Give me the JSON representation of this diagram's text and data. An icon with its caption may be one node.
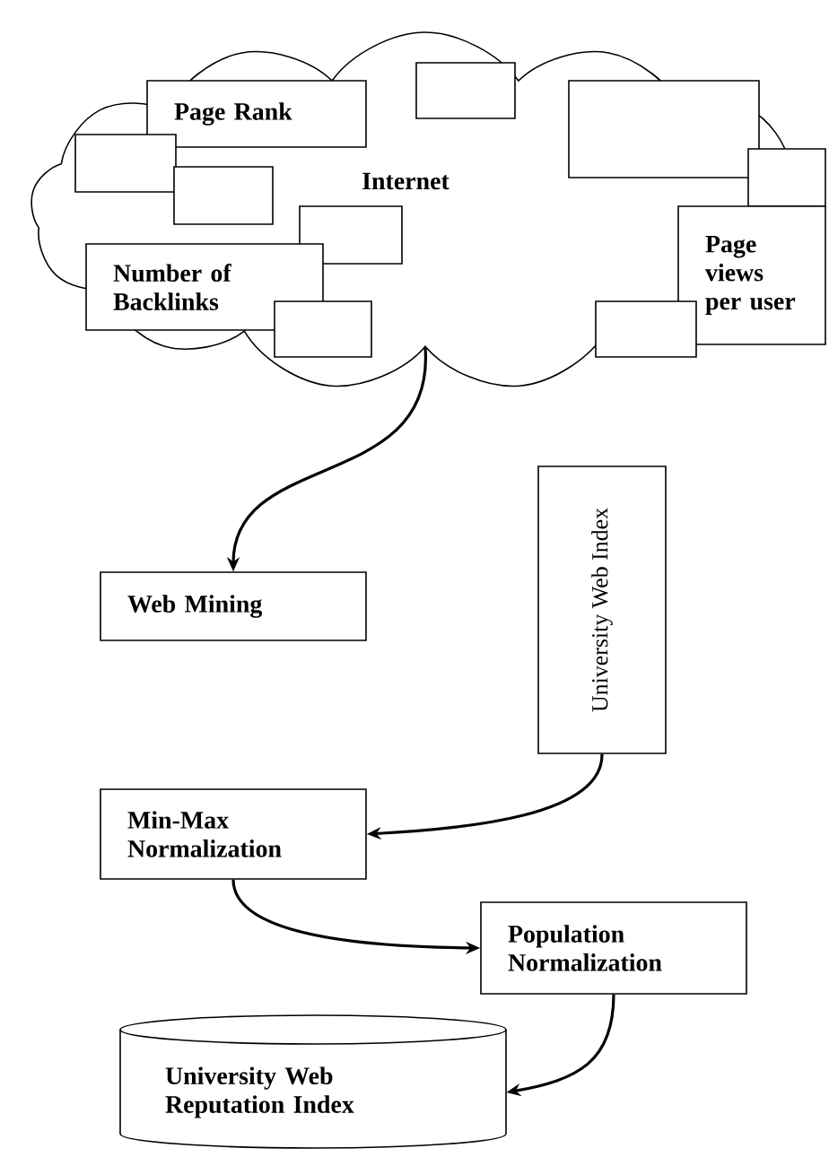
{
  "diagram": {
    "nodes": [
      {
        "text": [
          "Internet"
        ]
      },
      {
        "text": [],
        "shape": "box",
        "in": 0
      },
      {
        "text": [
          "Page Rank"
        ],
        "in": 0
      },
      {
        "text": [],
        "shape": "box",
        "in": 0
      },
      {
        "text": [],
        "shape": "box",
        "in": 0
      },
      {
        "text": [],
        "shape": "box",
        "in": 0
      },
      {
        "text": [],
        "shape": "box",
        "in": 0
      },
      {
        "text": [],
        "shape": "box",
        "in": 0
      },
      {
        "text": [
          "Page views per user"
        ],
        "in": 0
      },
      {
        "text": [
          "Number of Backlinks"
        ],
        "in": 0
      },
      {
        "text": [],
        "shape": "box",
        "in": 0
      },
      {
        "text": [],
        "shape": "box",
        "in": 0
      },
      {
        "text": [
          "Web Mining"
        ]
      },
      {
        "text": [
          "University Web Index"
        ]
      },
      {
        "text": [
          "Min-Max Normalization"
        ]
      },
      {
        "text": [
          "Population Normalization"
        ]
      },
      {
        "text": [
          "University Web Reputation Index"
        ]
      }
    ],
    "edges": [
      {
        "from": 0,
        "to": 12,
        "arrow": "to"
      },
      {
        "from": 13,
        "to": 14,
        "arrow": "to"
      },
      {
        "from": 14,
        "to": 15,
        "arrow": "to"
      },
      {
        "from": 15,
        "to": 16,
        "arrow": "to"
      }
    ]
  }
}
